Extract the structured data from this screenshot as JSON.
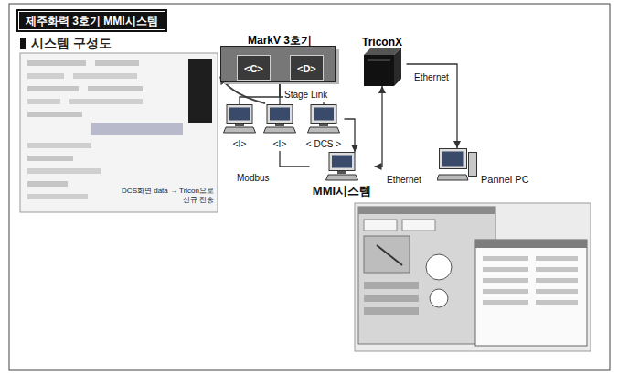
{
  "diagram": {
    "title": "제주화력 3호기 MMI시스템",
    "nodes": [
      {
        "text": [
          "MarkV 3호기"
        ]
      },
      {
        "text": [
          "<C>"
        ],
        "in": 0
      },
      {
        "text": [
          "<D>"
        ],
        "in": 0
      },
      {
        "text": [
          "TriconX"
        ]
      },
      {
        "text": [
          "<I>"
        ]
      },
      {
        "text": [
          "<I>"
        ]
      },
      {
        "text": [
          "< DCS >"
        ]
      },
      {
        "text": [
          "MMI시스템"
        ]
      },
      {
        "text": [
          "Pannel PC"
        ]
      }
    ],
    "edges": [
      {
        "from": 0,
        "to": 4,
        "arrow": "none"
      },
      {
        "from": 0,
        "to": 5,
        "label": "Stage Link",
        "arrow": "none"
      },
      {
        "from": 0,
        "to": 6,
        "arrow": "none"
      },
      {
        "from": 5,
        "to": 7,
        "label": "Modbus",
        "arrow": "none"
      },
      {
        "from": 6,
        "to": 7,
        "arrow": "to"
      },
      {
        "from": 7,
        "to": 3,
        "label": "Ethernet",
        "arrow": "both"
      },
      {
        "from": 3,
        "to": 8,
        "label": "Ethernet",
        "arrow": "to"
      }
    ],
    "labels": [
      "시스템 구성도",
      "DCS화면 data → Tricon으로 신규 전송"
    ]
  }
}
